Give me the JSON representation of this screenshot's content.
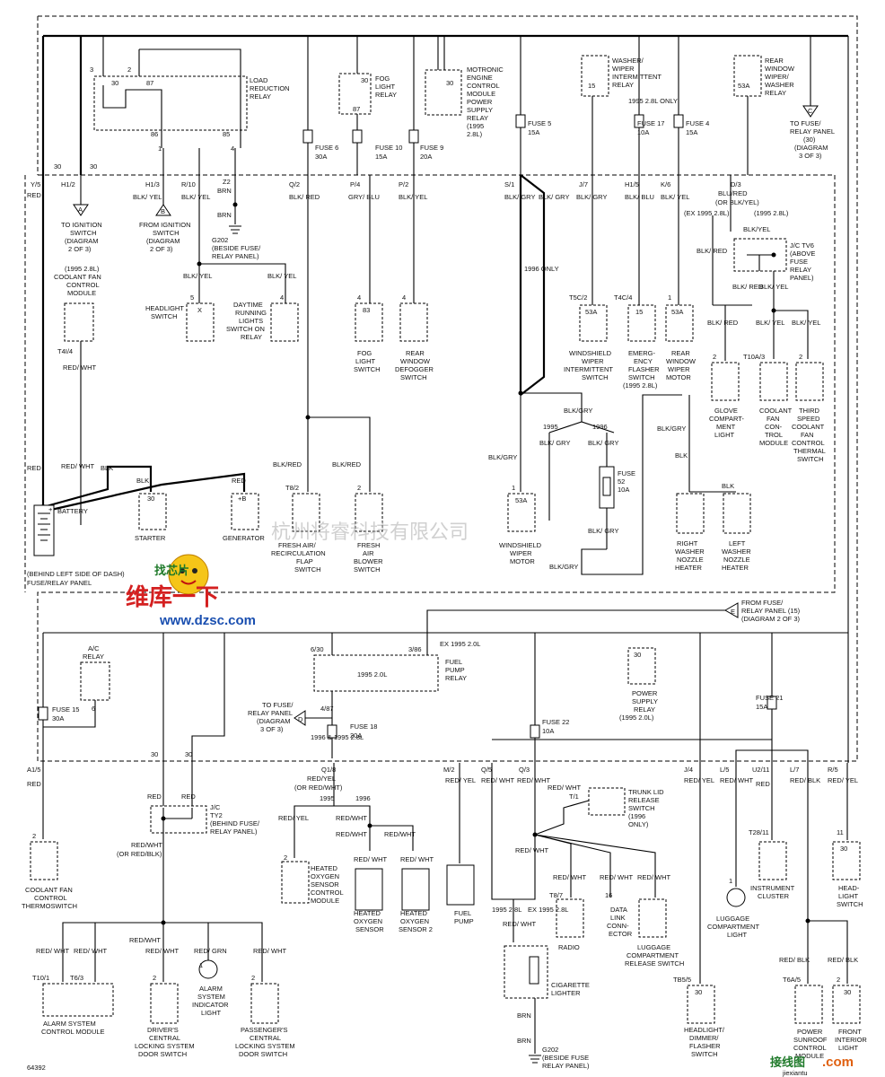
{
  "diagram_id": "64392",
  "watermarks": {
    "company": "杭州将睿科技有限公司",
    "logo_top": "找芯片",
    "logo_main": "维库一下",
    "logo_url": "www.dzsc.com",
    "corner_site": "接线图",
    "corner_url": ".com",
    "corner_host": "jiexiantu"
  },
  "panel_labels": {
    "behind_dash": "(BEHIND LEFT SIDE OF DASH)",
    "fuse_relay_panel": "FUSE/RELAY PANEL"
  },
  "relays": {
    "load_reduction": [
      "LOAD",
      "REDUCTION",
      "RELAY"
    ],
    "fog_light": [
      "FOG",
      "LIGHT",
      "RELAY"
    ],
    "motronic": [
      "MOTRONIC",
      "ENGINE",
      "CONTROL",
      "MODULE",
      "POWER",
      "SUPPLY",
      "RELAY",
      "(1995",
      "2.8L)"
    ],
    "washer_wiper": [
      "WASHER/",
      "WIPER",
      "INTERMITTENT",
      "RELAY"
    ],
    "rear_window": [
      "REAR",
      "WINDOW",
      "WIPER/",
      "WASHER",
      "RELAY"
    ],
    "ac_relay": [
      "A/C",
      "RELAY"
    ],
    "fuel_pump": [
      "FUEL",
      "PUMP",
      "RELAY"
    ],
    "power_supply": [
      "POWER",
      "SUPPLY",
      "RELAY",
      "(1995 2.0L)"
    ]
  },
  "fuses": {
    "f6": [
      "FUSE 6",
      "30A"
    ],
    "f10": [
      "FUSE 10",
      "15A"
    ],
    "f9": [
      "FUSE 9",
      "20A"
    ],
    "f5": [
      "FUSE 5",
      "15A"
    ],
    "f17": [
      "FUSE 17",
      "10A"
    ],
    "f4": [
      "FUSE 4",
      "15A"
    ],
    "f15": [
      "FUSE 15",
      "30A"
    ],
    "f18": [
      "FUSE 18",
      "20A"
    ],
    "f22": [
      "FUSE 22",
      "10A"
    ],
    "f21": [
      "FUSE 21",
      "15A"
    ],
    "f52": [
      "FUSE",
      "52",
      "10A"
    ]
  },
  "refs": {
    "a": [
      "TO IGNITION",
      "SWITCH",
      "(DIAGRAM",
      "2 OF 3)"
    ],
    "b": [
      "FROM IGNITION",
      "SWITCH",
      "(DIAGRAM",
      "2 OF 3)"
    ],
    "c": [
      "TO FUSE/",
      "RELAY PANEL",
      "(30)",
      "(DIAGRAM",
      "3 OF 3)"
    ],
    "d": [
      "TO FUSE/",
      "RELAY PANEL",
      "(DIAGRAM",
      "3 OF 3)"
    ],
    "e": [
      "FROM FUSE/",
      "RELAY PANEL (15)",
      "(DIAGRAM 2 OF 3)"
    ]
  },
  "components": {
    "coolant_fan_module": [
      "(1995 2.8L)",
      "COOLANT FAN",
      "CONTROL",
      "MODULE"
    ],
    "headlight_switch": [
      "HEADLIGHT",
      "SWITCH"
    ],
    "drl_relay": [
      "DAYTIME",
      "RUNNING",
      "LIGHTS",
      "SWITCH ON",
      "RELAY"
    ],
    "fog_switch": [
      "FOG",
      "LIGHT",
      "SWITCH"
    ],
    "rear_defogger": [
      "REAR",
      "WINDOW",
      "DEFOGGER",
      "SWITCH"
    ],
    "ww_int_switch": [
      "WINDSHIELD",
      "WIPER",
      "INTERMITTENT",
      "SWITCH"
    ],
    "emergency_flasher": [
      "EMERG-",
      "ENCY",
      "FLASHER",
      "SWITCH",
      "(1995 2.8L)"
    ],
    "rear_wiper_motor": [
      "REAR",
      "WINDOW",
      "WIPER",
      "MOTOR"
    ],
    "glove_light": [
      "GLOVE",
      "COMPART-",
      "MENT",
      "LIGHT"
    ],
    "coolant_fan_ctrl": [
      "COOLANT",
      "FAN",
      "CON-",
      "TROL",
      "MODULE"
    ],
    "third_speed": [
      "THIRD",
      "SPEED",
      "COOLANT",
      "FAN",
      "CONTROL",
      "THERMAL",
      "SWITCH"
    ],
    "battery": [
      "BATTERY"
    ],
    "starter": [
      "STARTER"
    ],
    "generator": [
      "GENERATOR"
    ],
    "fresh_air_flap": [
      "FRESH AIR/",
      "RECIRCULATION",
      "FLAP",
      "SWITCH"
    ],
    "fresh_air_blower": [
      "FRESH",
      "AIR",
      "BLOWER",
      "SWITCH"
    ],
    "windshield_motor": [
      "WINDSHIELD",
      "WIPER",
      "MOTOR"
    ],
    "right_nozzle": [
      "RIGHT",
      "WASHER",
      "NOZZLE",
      "HEATER"
    ],
    "left_nozzle": [
      "LEFT",
      "WASHER",
      "NOZZLE",
      "HEATER"
    ],
    "coolant_thermo": [
      "COOLANT FAN",
      "CONTROL",
      "THERMOSWITCH"
    ],
    "ho2s_ctrl": [
      "HEATED",
      "OXYGEN",
      "SENSOR",
      "CONTROL",
      "MODULE"
    ],
    "ho2s": [
      "HEATED",
      "OXYGEN",
      "SENSOR"
    ],
    "ho2s2": [
      "HEATED",
      "OXYGEN",
      "SENSOR 2"
    ],
    "fuel_pump": [
      "FUEL",
      "PUMP"
    ],
    "trunk_lid": [
      "TRUNK LID",
      "RELEASE",
      "SWITCH",
      "(1996",
      "ONLY)"
    ],
    "radio": [
      "RADIO"
    ],
    "dlc": [
      "DATA",
      "LINK",
      "CONN-",
      "ECTOR"
    ],
    "luggage_release": [
      "LUGGAGE",
      "COMPARTMENT",
      "RELEASE SWITCH"
    ],
    "luggage_light": [
      "LUGGAGE",
      "COMPARTMENT",
      "LIGHT"
    ],
    "instrument_cluster": [
      "INSTRUMENT",
      "CLUSTER"
    ],
    "headlight_switch2": [
      "HEAD-",
      "LIGHT",
      "SWITCH"
    ],
    "alarm_module": [
      "ALARM SYSTEM",
      "CONTROL MODULE"
    ],
    "driver_lock": [
      "DRIVER'S",
      "CENTRAL",
      "LOCKING SYSTEM",
      "DOOR SWITCH"
    ],
    "alarm_light": [
      "ALARM",
      "SYSTEM",
      "INDICATOR",
      "LIGHT"
    ],
    "passenger_lock": [
      "PASSENGER'S",
      "CENTRAL",
      "LOCKING SYSTEM",
      "DOOR SWITCH"
    ],
    "cigarette": [
      "CIGARETTE",
      "LIGHTER"
    ],
    "dimmer_flasher": [
      "HEADLIGHT/",
      "DIMMER/",
      "FLASHER",
      "SWITCH"
    ],
    "sunroof": [
      "POWER",
      "SUNROOF",
      "CONTROL",
      "MODULE"
    ],
    "interior_light": [
      "FRONT",
      "INTERIOR",
      "LIGHT"
    ]
  },
  "grounds": {
    "g202_top": [
      "G202",
      "(BESIDE FUSE/",
      "RELAY PANEL)"
    ],
    "g202_bottom": [
      "G202",
      "(BESIDE FUSE",
      "RELAY PANEL)"
    ]
  },
  "splices": {
    "jc_tv6": [
      "J/C TV6",
      "(ABOVE",
      "FUSE",
      "RELAY",
      "PANEL)"
    ],
    "jc_ty2": [
      "J/C",
      "TY2",
      "(BEHIND FUSE/",
      "RELAY PANEL)"
    ]
  },
  "codes": {
    "y5": "Y/5",
    "h12": "H1/2",
    "h13": "H1/3",
    "r10": "R/10",
    "z2": "Z2",
    "q2": "Q/2",
    "p4": "P/4",
    "p2": "P/2",
    "s1": "S/1",
    "j7": "J/7",
    "h15": "H1/5",
    "k6": "K/6",
    "d3": "D/3",
    "a5": "A1/5",
    "q18": "Q1/8",
    "m2": "M/2",
    "q5": "Q/5",
    "q3": "Q/3",
    "j4": "J/4",
    "l5": "L/5",
    "u211": "U2/11",
    "l7": "L/7",
    "r5": "R/5",
    "t4i4": "T4I/4",
    "t5c2": "T5C/2",
    "t4c4": "T4C/4",
    "t10a3": "T10A/3",
    "t82": "T8/2",
    "t101": "T10/1",
    "t63": "T6/3",
    "t87": "T8/7",
    "t2811": "T28/11",
    "tb55": "TB5/5",
    "t6a5": "T6A/5"
  },
  "wires": {
    "red": "RED",
    "red_wht": "RED/ WHT",
    "blk": "BLK",
    "brn": "BRN",
    "blk_yel": "BLK/ YEL",
    "blk_red": "BLK/ RED",
    "gry_blu": "GRY/ BLU",
    "blk_gry": "BLK/ GRY",
    "blk_gry_inline": "BLK/GRY",
    "blk_blu": "BLK/ BLU",
    "blu_red": "BLU/RED",
    "or_blk_yel": "(OR BLK/YEL)",
    "red_yel": "RED/ YEL",
    "red_blk": "RED/ BLK",
    "red_grn": "RED/ GRN",
    "red_wht_or": "RED/WHT",
    "or_red_blk": "(OR RED/BLK)",
    "red_yel_q": "RED/YEL",
    "or_red_wht": "(OR RED/WHT)",
    "blk_red_inline": "BLK/RED",
    "blk_yel_inline": "BLK/YEL"
  },
  "years": {
    "y1995": "1995",
    "y1996": "1996",
    "ex1995_28": "(EX 1995 2.8L)",
    "y1995_28": "(1995 2.8L)",
    "y1996only": "1996 ONLY",
    "y1995_28only": "1995 2.8L ONLY",
    "ex1995_20": "EX 1995 2.0L",
    "y1995_20": "1995 2.0L",
    "y1996_1995_28": "1996 & 1995 2.8L",
    "y1995_28b": "1995 2.8L",
    "ex1995_28b": "EX 1995 2.8L"
  },
  "terminals": {
    "t30": "30",
    "t87": "87",
    "t86": "86",
    "t85": "85",
    "t15": "15",
    "t53a": "53A",
    "t6_30": "6/30",
    "t3_86": "3/86",
    "t4_87": "4/87",
    "tx": "X",
    "t83": "83",
    "b_plus": "+B"
  }
}
